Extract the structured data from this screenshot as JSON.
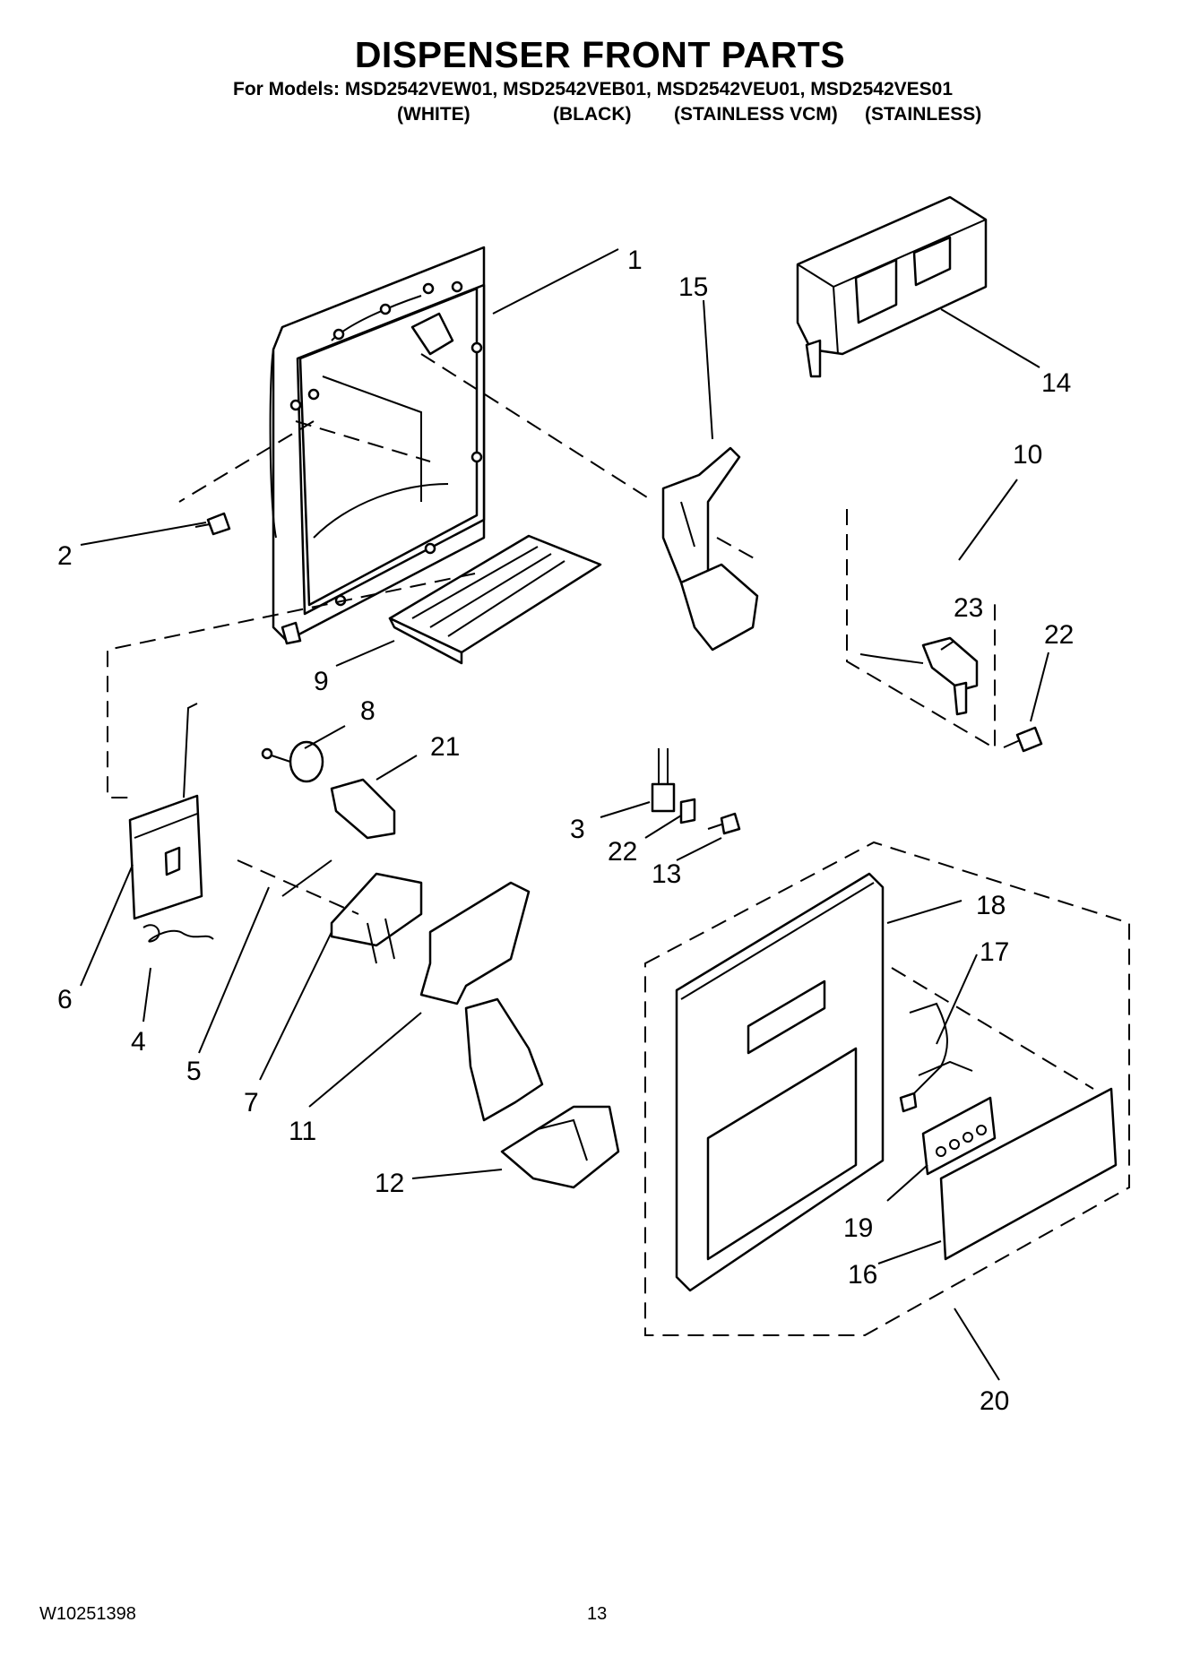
{
  "header": {
    "title": "DISPENSER FRONT PARTS",
    "models_line": "For Models: MSD2542VEW01, MSD2542VEB01, MSD2542VEU01, MSD2542VES01",
    "variants": [
      "(WHITE)",
      "(BLACK)",
      "(STAINLESS VCM)",
      "(STAINLESS)"
    ]
  },
  "callouts": {
    "c1": "1",
    "c2": "2",
    "c3": "3",
    "c4": "4",
    "c5": "5",
    "c6": "6",
    "c7": "7",
    "c8": "8",
    "c9": "9",
    "c10": "10",
    "c11": "11",
    "c12": "12",
    "c13": "13",
    "c14": "14",
    "c15": "15",
    "c16": "16",
    "c17": "17",
    "c18": "18",
    "c19": "19",
    "c20": "20",
    "c21": "21",
    "c22a": "22",
    "c22b": "22",
    "c23": "23"
  },
  "footer": {
    "doc_code": "W10251398",
    "page_number": "13"
  }
}
